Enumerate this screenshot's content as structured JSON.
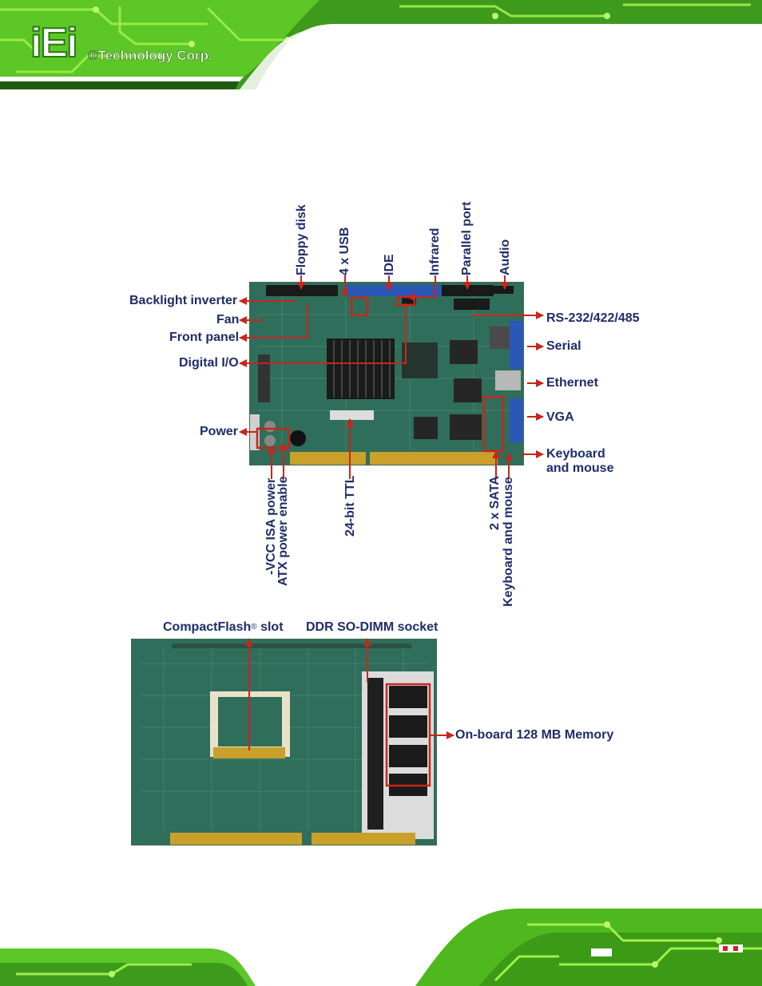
{
  "brand": {
    "logo_letters": "iEi",
    "tagline": "®Technology Corp."
  },
  "colors": {
    "label_text": "#1e2c6a",
    "callout_arrow": "#c8261c",
    "header_green": "#6fd630",
    "board_green": "#2f6e5a"
  },
  "top_view": {
    "labels_top": [
      "Floppy disk",
      "4 x USB",
      "IDE",
      "Infrared",
      "Parallel port",
      "Audio"
    ],
    "labels_left": [
      "Backlight inverter",
      "Fan",
      "Front panel",
      "Digital I/O",
      "Power"
    ],
    "labels_right": [
      "RS-232/422/485",
      "Serial",
      "Ethernet",
      "VGA",
      "Keyboard",
      "and mouse"
    ],
    "labels_bottom": [
      "-VCC ISA power",
      "ATX power enable",
      "24-bit TTL",
      "2 x SATA",
      "Keyboard and mouse"
    ]
  },
  "bottom_view": {
    "labels": [
      "CompactFlash",
      "®",
      " slot",
      "DDR SO-DIMM socket",
      "On-board 128 MB Memory"
    ]
  }
}
